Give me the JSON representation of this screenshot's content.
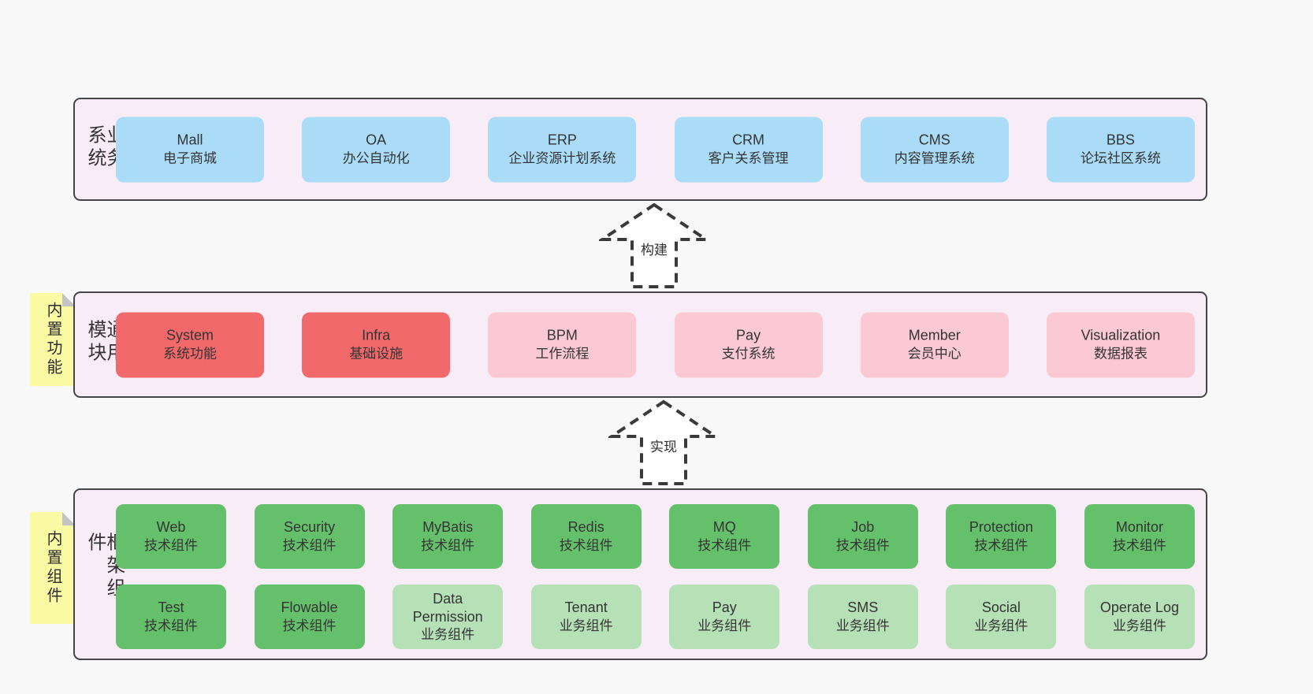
{
  "colors": {
    "page-bg": "#f8f8f8",
    "band-bg": "#f8edf6",
    "band-border": "#454545",
    "box-blue": "#aadcf7",
    "box-red": "#f2696b",
    "box-pink": "#fbc9d3",
    "box-green": "#65c06b",
    "box-green-light": "#b6e1b7",
    "sticky-bg": "#fafaa4",
    "sticky-fold": "#c3c3c3",
    "text": "#343434",
    "arrow": "#3a3a3a"
  },
  "arrows": [
    {
      "label": "构建"
    },
    {
      "label": "实现"
    }
  ],
  "layers": {
    "business": {
      "label": "业务系统",
      "boxes": [
        {
          "en": "Mall",
          "zh": "电子商城",
          "variant": "blue"
        },
        {
          "en": "OA",
          "zh": "办公自动化",
          "variant": "blue"
        },
        {
          "en": "ERP",
          "zh": "企业资源计划系统",
          "variant": "blue"
        },
        {
          "en": "CRM",
          "zh": "客户关系管理",
          "variant": "blue"
        },
        {
          "en": "CMS",
          "zh": "内容管理系统",
          "variant": "blue"
        },
        {
          "en": "BBS",
          "zh": "论坛社区系统",
          "variant": "blue"
        }
      ]
    },
    "modules": {
      "label": "通用模块",
      "sticky": "内置功能",
      "boxes": [
        {
          "en": "System",
          "zh": "系统功能",
          "variant": "red"
        },
        {
          "en": "Infra",
          "zh": "基础设施",
          "variant": "red"
        },
        {
          "en": "BPM",
          "zh": "工作流程",
          "variant": "pink"
        },
        {
          "en": "Pay",
          "zh": "支付系统",
          "variant": "pink"
        },
        {
          "en": "Member",
          "zh": "会员中心",
          "variant": "pink"
        },
        {
          "en": "Visualization",
          "zh": "数据报表",
          "variant": "pink"
        }
      ]
    },
    "framework": {
      "label": "框架组件",
      "sticky": "内置组件",
      "rows": [
        [
          {
            "en": "Web",
            "zh": "技术组件",
            "variant": "green"
          },
          {
            "en": "Security",
            "zh": "技术组件",
            "variant": "green"
          },
          {
            "en": "MyBatis",
            "zh": "技术组件",
            "variant": "green"
          },
          {
            "en": "Redis",
            "zh": "技术组件",
            "variant": "green"
          },
          {
            "en": "MQ",
            "zh": "技术组件",
            "variant": "green"
          },
          {
            "en": "Job",
            "zh": "技术组件",
            "variant": "green"
          },
          {
            "en": "Protection",
            "zh": "技术组件",
            "variant": "green"
          },
          {
            "en": "Monitor",
            "zh": "技术组件",
            "variant": "green"
          }
        ],
        [
          {
            "en": "Test",
            "zh": "技术组件",
            "variant": "green"
          },
          {
            "en": "Flowable",
            "zh": "技术组件",
            "variant": "green"
          },
          {
            "en": "Data Permission",
            "zh": "业务组件",
            "variant": "green-light"
          },
          {
            "en": "Tenant",
            "zh": "业务组件",
            "variant": "green-light"
          },
          {
            "en": "Pay",
            "zh": "业务组件",
            "variant": "green-light"
          },
          {
            "en": "SMS",
            "zh": "业务组件",
            "variant": "green-light"
          },
          {
            "en": "Social",
            "zh": "业务组件",
            "variant": "green-light"
          },
          {
            "en": "Operate Log",
            "zh": "业务组件",
            "variant": "green-light"
          }
        ]
      ]
    }
  }
}
